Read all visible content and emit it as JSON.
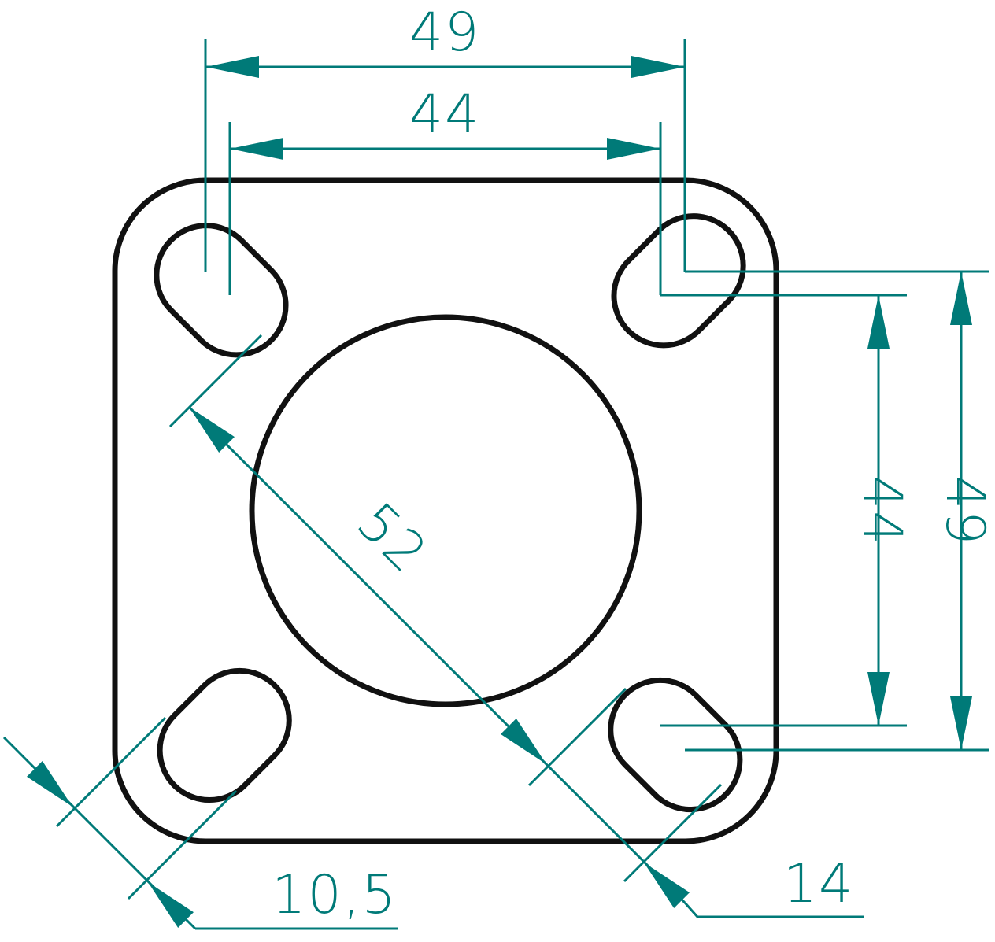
{
  "drawing": {
    "dimension_color": "#007A78",
    "outline_color": "#111111",
    "dimensions": {
      "outer_spacing_horizontal": "49",
      "inner_spacing_horizontal": "44",
      "inner_spacing_vertical": "44",
      "outer_spacing_vertical": "49",
      "center_hole_diameter": "52",
      "slot_width": "10,5",
      "corner_width": "14"
    }
  }
}
